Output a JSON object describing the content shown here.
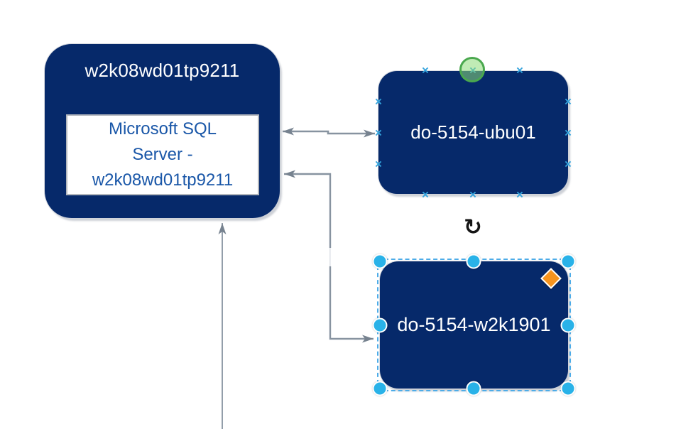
{
  "nodes": {
    "sql_server": {
      "title": "w2k08wd01tp9211",
      "service_label_lines": [
        "Microsoft SQL",
        "Server -",
        "w2k08wd01tp9211"
      ]
    },
    "ubu01": {
      "label": "do-5154-ubu01"
    },
    "w2k1901": {
      "label": "do-5154-w2k1901",
      "selected": true
    }
  },
  "icons": {
    "connection_point": "×",
    "rotate": "↻"
  },
  "edges": [
    {
      "from": "sql_server",
      "to": "ubu01",
      "arrows": "both"
    },
    {
      "from": "sql_server",
      "to": "w2k1901",
      "arrows": "both"
    },
    {
      "from": "offscreen_bottom",
      "to": "sql_server",
      "arrows": "end"
    }
  ],
  "colors": {
    "node_fill": "#06296a",
    "node_text": "#ffffff",
    "inner_label_text": "#1a57a8",
    "connector_gray": "#8793a0",
    "connection_point_blue": "#33a3dc",
    "selection_blue": "#4dace8",
    "handle_blue": "#29b2e8",
    "hover_green": "#4aa84e",
    "diamond_orange": "#f7941e"
  }
}
